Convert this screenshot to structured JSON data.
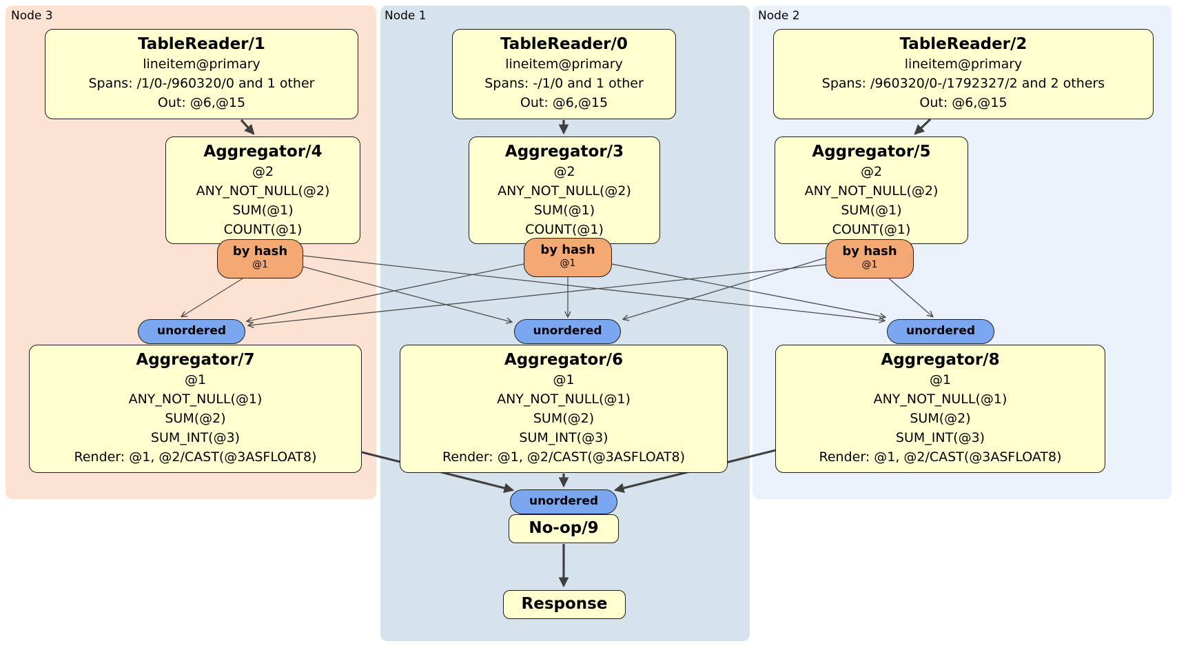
{
  "regions": {
    "node3": {
      "label": "Node 3"
    },
    "node1": {
      "label": "Node 1"
    },
    "node2": {
      "label": "Node 2"
    }
  },
  "boxes": {
    "tr1": {
      "title": "TableReader/1",
      "lines": [
        "lineitem@primary",
        "Spans: /1/0-/960320/0 and 1 other",
        "Out: @6,@15"
      ]
    },
    "tr0": {
      "title": "TableReader/0",
      "lines": [
        "lineitem@primary",
        "Spans: -/1/0 and 1 other",
        "Out: @6,@15"
      ]
    },
    "tr2": {
      "title": "TableReader/2",
      "lines": [
        "lineitem@primary",
        "Spans: /960320/0-/1792327/2 and 2 others",
        "Out: @6,@15"
      ]
    },
    "agg4": {
      "title": "Aggregator/4",
      "lines": [
        "@2",
        "ANY_NOT_NULL(@2)",
        "SUM(@1)",
        "COUNT(@1)"
      ]
    },
    "agg3": {
      "title": "Aggregator/3",
      "lines": [
        "@2",
        "ANY_NOT_NULL(@2)",
        "SUM(@1)",
        "COUNT(@1)"
      ]
    },
    "agg5": {
      "title": "Aggregator/5",
      "lines": [
        "@2",
        "ANY_NOT_NULL(@2)",
        "SUM(@1)",
        "COUNT(@1)"
      ]
    },
    "agg7": {
      "title": "Aggregator/7",
      "lines": [
        "@1",
        "ANY_NOT_NULL(@1)",
        "SUM(@2)",
        "SUM_INT(@3)",
        "Render: @1, @2/CAST(@3ASFLOAT8)"
      ]
    },
    "agg6": {
      "title": "Aggregator/6",
      "lines": [
        "@1",
        "ANY_NOT_NULL(@1)",
        "SUM(@2)",
        "SUM_INT(@3)",
        "Render: @1, @2/CAST(@3ASFLOAT8)"
      ]
    },
    "agg8": {
      "title": "Aggregator/8",
      "lines": [
        "@1",
        "ANY_NOT_NULL(@1)",
        "SUM(@2)",
        "SUM_INT(@3)",
        "Render: @1, @2/CAST(@3ASFLOAT8)"
      ]
    },
    "noop": {
      "title": "No-op/9"
    },
    "response": {
      "title": "Response"
    }
  },
  "router": {
    "label": "by hash",
    "sub": "@1"
  },
  "sync": {
    "label": "unordered"
  },
  "colors": {
    "node3_bg": "#fbe2d3",
    "node1_bg": "#d6e3ed",
    "node2_bg": "#ebf1fa",
    "processor_bg": "#ffffcf",
    "router_bg": "#f4a873",
    "sync_bg": "#7ba7f0",
    "border": "#1c1c1c",
    "edge": "#4d4d4d"
  }
}
